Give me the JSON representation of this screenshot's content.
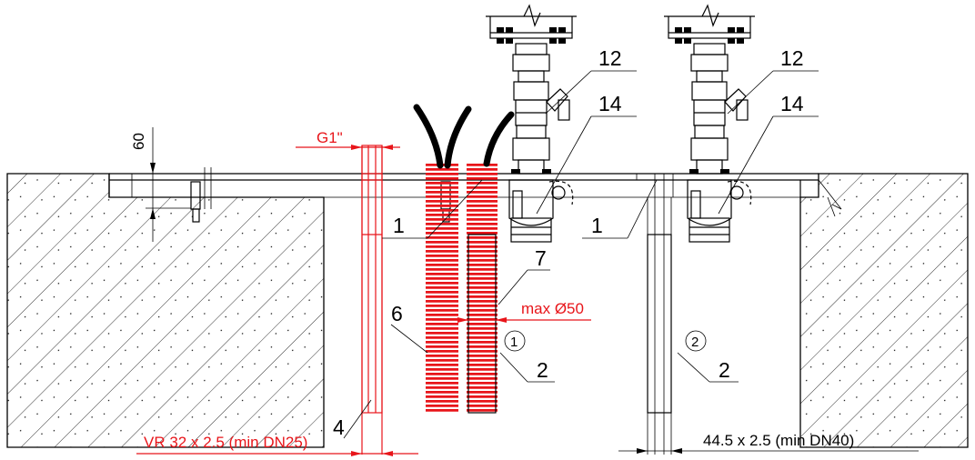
{
  "labels": {
    "l12a": "12",
    "l12b": "12",
    "l14a": "14",
    "l14b": "14",
    "l1a": "1",
    "l1b": "1",
    "l7": "7",
    "l6": "6",
    "l2a": "2",
    "l2b": "2",
    "l4": "4",
    "c1": "1",
    "c2": "2"
  },
  "dimensions": {
    "dim60": "60",
    "g1": "G1\"",
    "maxdia": "max Ø50",
    "vr": "VR 32 x 2.5 (min DN25)",
    "pipe": "44.5 x 2.5 (min DN40)"
  },
  "colors": {
    "red": "#e8151a",
    "black": "#000000",
    "background": "#ffffff"
  }
}
